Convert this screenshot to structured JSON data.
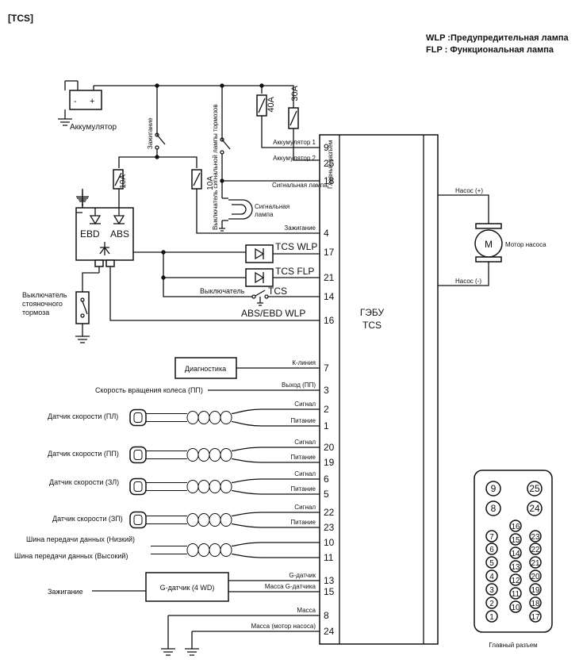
{
  "header": {
    "section": "[TCS]",
    "legend": {
      "wlp": "WLP :Предупредительная лампа",
      "flp": "FLP : Функциональная лампа"
    }
  },
  "battery": {
    "label": "Аккумулятор",
    "minus": "-",
    "plus": "+"
  },
  "labels": {
    "ignition_switch": "Зажигание",
    "brake_lamp_switch": "Выключатель сигнальной лампы тормозов",
    "fuse_40": "40A",
    "fuse_30": "30A",
    "fuse_10a_left": "10A",
    "fuse_10a_right": "10A",
    "signal_lamp_right": "Сигнальная лампа",
    "signal_lamp_left": "Сигнальная лампа",
    "ebd": "EBD",
    "abs": "ABS",
    "parking_brake": "Выключатель стояночного тормоза",
    "tcs_wlp": "TCS WLP",
    "tcs_flp": "TCS FLP",
    "tcs_switch": "Выключатель",
    "tcs_text": "TCS",
    "abs_ebd_wlp": "ABS/EBD WLP",
    "diagnostics": "Диагностика",
    "wheel_speed": "Скорость вращения колеса (ПП)",
    "sensor_fl": "Датчик скорости (ПЛ)",
    "sensor_fr": "Датчик скорости (ПП)",
    "sensor_rl": "Датчик скорости (ЗЛ)",
    "sensor_rr": "Датчик скорости (ЗП)",
    "bus_low": "Шина передачи данных (Низкий)",
    "bus_high": "Шина передачи данных (Высокий)",
    "ignition_g": "Зажигание",
    "g_sensor": "G-датчик (4 WD)",
    "main_connector_vert": "Главный разъем",
    "ecu_line1": "ГЭБУ",
    "ecu_line2": "TCS",
    "pump_plus": "Насос (+)",
    "pump_minus": "Насос (-)",
    "motor_m": "M",
    "pump_motor": "Мотор насоса",
    "connector_title": "Главный разъем"
  },
  "pins": [
    {
      "num": "9",
      "label": "Аккумулятор 1"
    },
    {
      "num": "25",
      "label": "Аккумулятор 2"
    },
    {
      "num": "18",
      "label": "Сигнальная лампа"
    },
    {
      "num": "4",
      "label": "Зажигание"
    },
    {
      "num": "17",
      "label": ""
    },
    {
      "num": "21",
      "label": ""
    },
    {
      "num": "14",
      "label": ""
    },
    {
      "num": "16",
      "label": ""
    },
    {
      "num": "7",
      "label": "К-линия"
    },
    {
      "num": "3",
      "label": "Выход (ПП)"
    },
    {
      "num": "2",
      "label": "Сигнал"
    },
    {
      "num": "1",
      "label": "Питание"
    },
    {
      "num": "20",
      "label": "Сигнал"
    },
    {
      "num": "19",
      "label": "Питание"
    },
    {
      "num": "6",
      "label": "Сигнал"
    },
    {
      "num": "5",
      "label": "Питание"
    },
    {
      "num": "22",
      "label": "Сигнал"
    },
    {
      "num": "23",
      "label": "Питание"
    },
    {
      "num": "10",
      "label": ""
    },
    {
      "num": "11",
      "label": ""
    },
    {
      "num": "13",
      "label": "G-датчик"
    },
    {
      "num": "15",
      "label": "Масса G-датчика"
    },
    {
      "num": "8",
      "label": "Масса"
    },
    {
      "num": "24",
      "label": "Масса (мотор насоса)"
    }
  ],
  "connector_pins": [
    "9",
    "25",
    "8",
    "24",
    "7",
    "6",
    "5",
    "4",
    "3",
    "2",
    "1",
    "16",
    "15",
    "14",
    "13",
    "12",
    "11",
    "10",
    "23",
    "22",
    "21",
    "20",
    "19",
    "18",
    "17"
  ]
}
